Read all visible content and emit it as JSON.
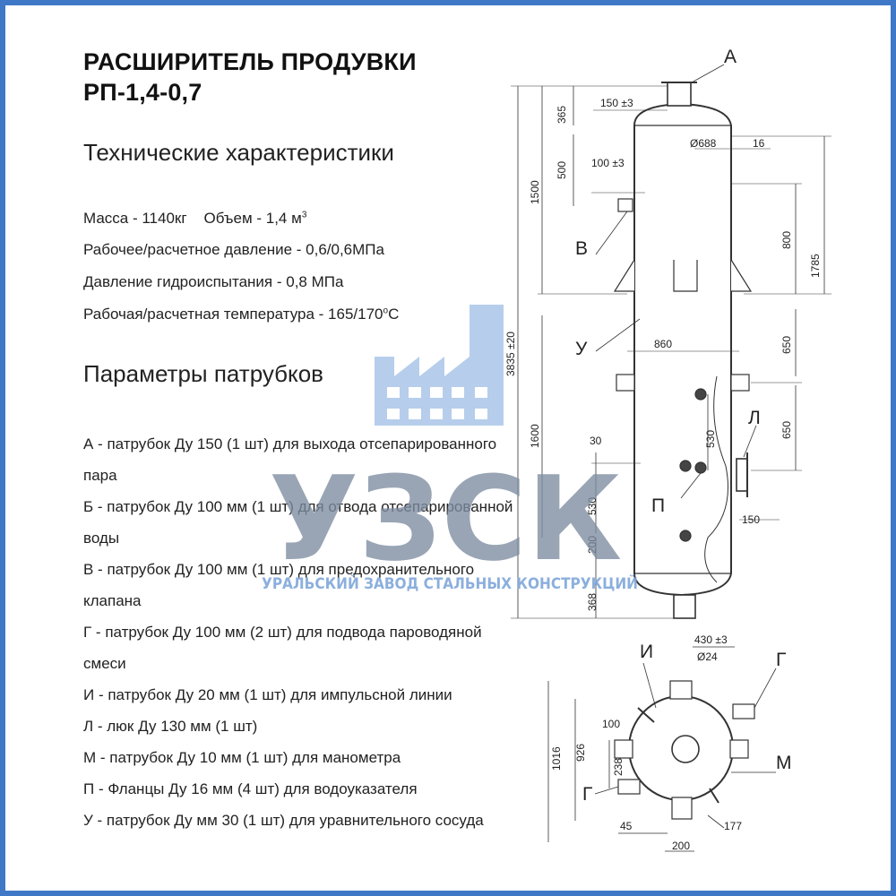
{
  "title": {
    "line1": "РАСШИРИТЕЛЬ ПРОДУВКИ",
    "line2": "РП-1,4-0,7"
  },
  "specs": {
    "heading": "Технические характеристики",
    "mass": "Масса - 1140кг",
    "volume": "Объем - 1,4 м",
    "volume_sup": "3",
    "pressure": "Рабочее/расчетное давление - 0,6/0,6МПа",
    "test_pressure": "Давление гидроиспытания - 0,8 МПа",
    "temperature": "Рабочая/расчетная температура - 165/170",
    "temperature_sup": "о",
    "temperature_unit": "С"
  },
  "nozzles": {
    "heading": "Параметры патрубков",
    "items": [
      "А - патрубок Ду 150 (1 шт) для выхода отсепарированного пара",
      "Б - патрубок Ду 100 мм (1 шт) для отвода отсепарированной воды",
      "В - патрубок Ду 100 мм (1 шт) для предохранительного клапана",
      "Г - патрубок Ду 100 мм (2 шт) для подвода пароводяной смеси",
      "И - патрубок Ду 20 мм (1 шт) для импульсной линии",
      "Л - люк Ду 130 мм (1 шт)",
      "М - патрубок Ду 10 мм (1 шт) для манометра",
      "П - Фланцы Ду 16 мм (4 шт) для водоуказателя",
      "У - патрубок Ду мм 30 (1 шт) для уравнительного сосуда"
    ]
  },
  "watermark": {
    "logo_text": "УЗСК",
    "subtitle": "УРАЛЬСКИЙ ЗАВОД СТАЛЬНЫХ КОНСТРУКЦИЙ",
    "color": "#3f78c6"
  },
  "drawing": {
    "labels": {
      "A": "А",
      "V": "В",
      "U": "У",
      "L": "Л",
      "P": "П",
      "I": "И",
      "G": "Г",
      "M": "М",
      "G2": "Г"
    },
    "dims": {
      "d150": "150 ±3",
      "d365": "365",
      "d688": "Ø688",
      "d16": "16",
      "d100": "100 ±3",
      "d500": "500",
      "d1500": "1500",
      "d800": "800",
      "d1785": "1785",
      "d3835": "3835 ±20",
      "d860": "860",
      "d650a": "650",
      "d650b": "650",
      "d1600": "1600",
      "d530a": "530",
      "d530b": "530",
      "d30": "30",
      "d200": "200",
      "d368": "368",
      "d150b": "150",
      "d430": "430 ±3",
      "d24": "Ø24",
      "d100b": "100",
      "d1016": "1016",
      "d926": "926",
      "d238": "238",
      "d45": "45",
      "d200b": "200",
      "d177": "177",
      "star": "*"
    }
  },
  "colors": {
    "border": "#3f78c6",
    "watermark_light": "#a9c5e8",
    "watermark_dark": "#7d8da1",
    "line": "#333333"
  }
}
